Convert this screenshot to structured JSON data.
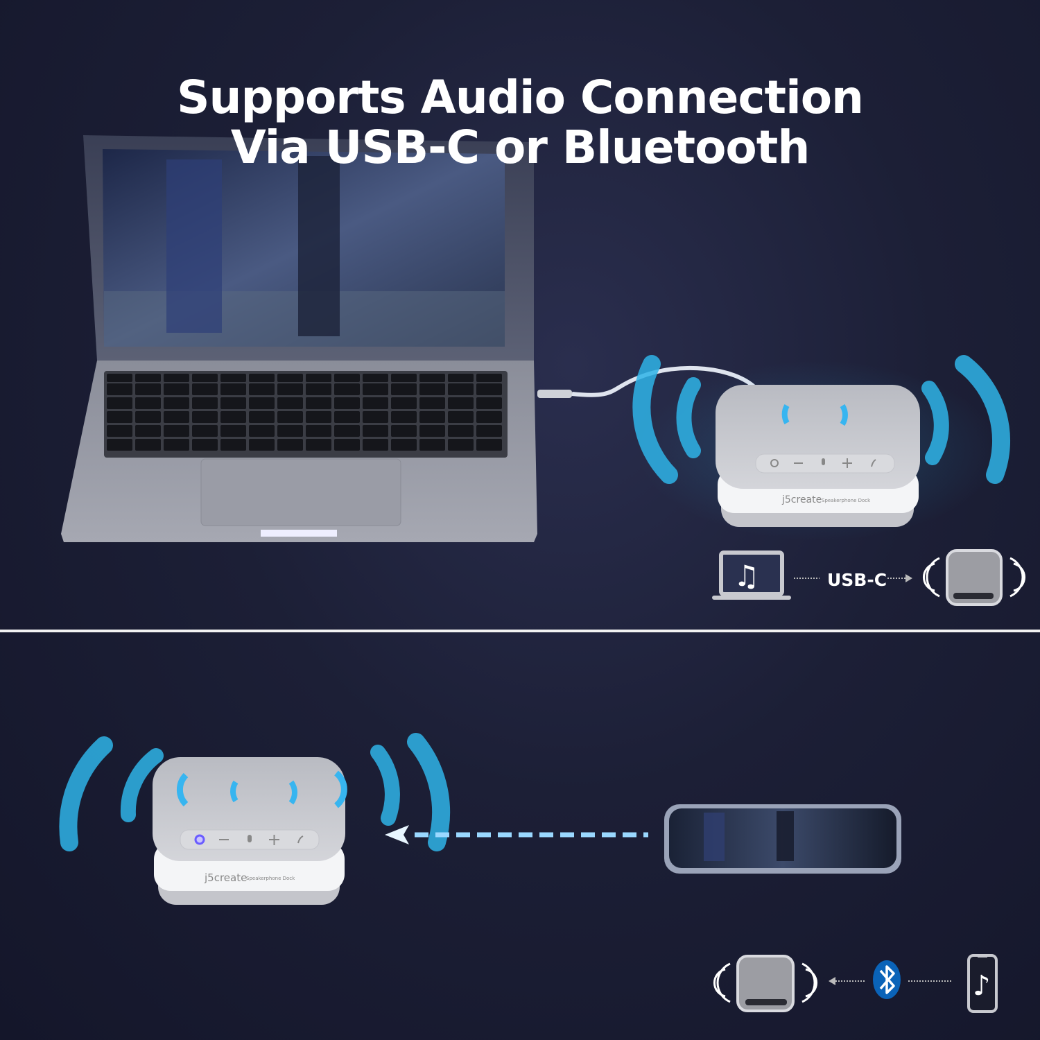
{
  "headline": {
    "line1": "Supports Audio Connection",
    "line2": "Via USB-C or Bluetooth"
  },
  "product": {
    "brand": "j5create",
    "name": "Speakerphone Dock"
  },
  "usb_diagram": {
    "label": "USB-C",
    "source_icon": "laptop-music-icon",
    "target_icon": "speakerphone-icon"
  },
  "bluetooth_diagram": {
    "source_icon": "phone-music-icon",
    "via_icon": "bluetooth-icon",
    "target_icon": "speakerphone-icon"
  },
  "colors": {
    "background": "#1c1f36",
    "sound_wave": "#2fb4e8",
    "bluetooth": "#0a63b8",
    "accent_led": "#6a5cff"
  }
}
